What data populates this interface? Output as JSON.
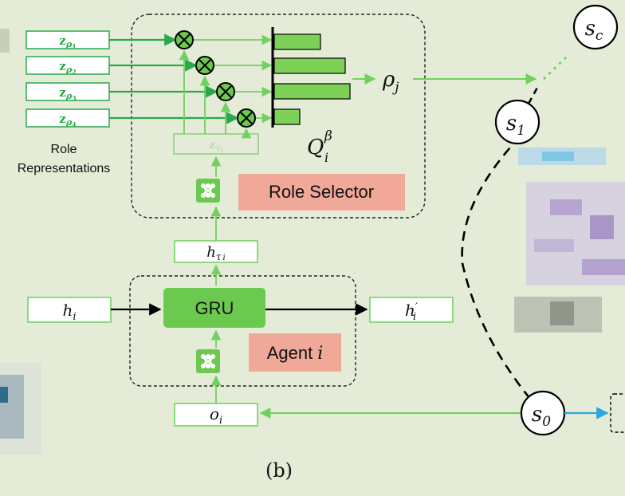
{
  "role_representations": {
    "items": [
      {
        "base": "z",
        "sub": "ρ",
        "subsub": "1"
      },
      {
        "base": "z",
        "sub": "ρ",
        "subsub": "2"
      },
      {
        "base": "z",
        "sub": "ρ",
        "subsub": "3"
      },
      {
        "base": "z",
        "sub": "ρ",
        "subsub": "4"
      }
    ],
    "caption_line1": "Role",
    "caption_line2": "Representations"
  },
  "role_selector": {
    "label": "Role Selector",
    "z_tau": {
      "base": "z",
      "sub": "τ",
      "subsub": "i"
    },
    "q_label": {
      "base": "Q",
      "sup": "β",
      "sub": "i"
    },
    "bar_values": [
      0.55,
      0.85,
      0.9,
      0.3
    ]
  },
  "rho_j": {
    "base": "ρ",
    "sub": "j"
  },
  "h_tau": {
    "base": "h",
    "sub": "τ",
    "subsub": "i"
  },
  "agent": {
    "gru_label": "GRU",
    "agent_label": "Agent",
    "agent_index": "i",
    "h_in": {
      "base": "h",
      "sub": "i"
    },
    "h_out": {
      "base": "h",
      "prime": "′",
      "sub": "i"
    },
    "obs": {
      "base": "o",
      "sub": "i"
    }
  },
  "states": {
    "s_c": {
      "base": "s",
      "sub": "c"
    },
    "s_1": {
      "base": "s",
      "sub": "1"
    },
    "s_0": {
      "base": "s",
      "sub": "0"
    }
  },
  "figure_label": "(b)",
  "colors": {
    "background": "#e4ecd7",
    "green_dark": "#2aa84a",
    "green_light": "#6ecf5c",
    "bar_fill": "#7dd157",
    "node_fill": "#6cc94f",
    "salmon": "#f0a899",
    "blue_arrow": "#2aa6e0"
  }
}
